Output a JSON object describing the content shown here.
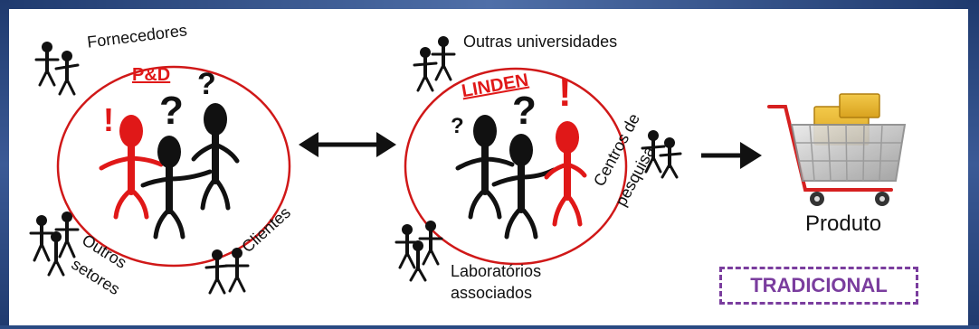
{
  "labels": {
    "fornecedores": "Fornecedores",
    "pd": "P&D",
    "outros_setores_line1": "Outros",
    "outros_setores_line2": "setores",
    "clientes": "Clientes",
    "outras_universidades": "Outras universidades",
    "linden": "LINDEN",
    "centros_line1": "Centros de",
    "centros_line2": "pesquisa",
    "laboratorios_line1": "Laboratórios",
    "laboratorios_line2": "associados",
    "produto": "Produto",
    "tradicional": "TRADICIONAL"
  },
  "glyphs": {
    "question": "?",
    "exclamation": "!"
  },
  "colors": {
    "accent_red": "#e01818",
    "figure_black": "#111111",
    "tradicional_purple": "#7a3d9e",
    "frame_blue": "#2a4a82"
  },
  "icons": {
    "arrow_between": "double-arrow-icon",
    "arrow_to_product": "right-arrow-icon",
    "product": "shopping-cart-icon"
  }
}
